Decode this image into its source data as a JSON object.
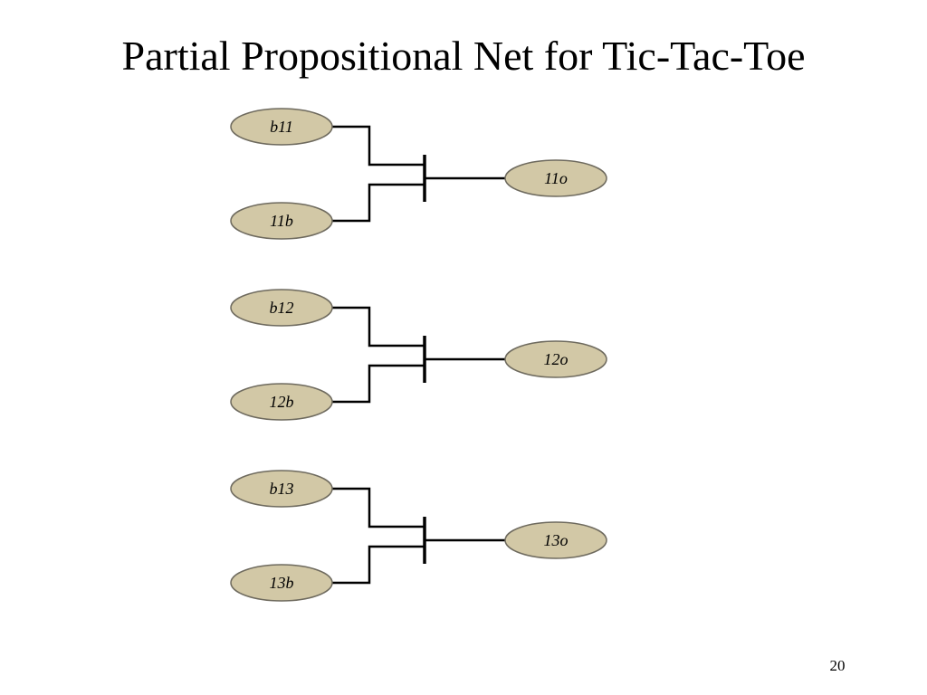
{
  "slide": {
    "title": "Partial Propositional Net for Tic-Tac-Toe",
    "page_number": "20"
  },
  "colors": {
    "node_fill": "#d2c8a6",
    "node_stroke": "#6e6a5e",
    "wire": "#000000"
  },
  "net": {
    "groups": [
      {
        "inputs": [
          "b11",
          "11b"
        ],
        "output": "11o"
      },
      {
        "inputs": [
          "b12",
          "12b"
        ],
        "output": "12o"
      },
      {
        "inputs": [
          "b13",
          "13b"
        ],
        "output": "13o"
      }
    ]
  }
}
